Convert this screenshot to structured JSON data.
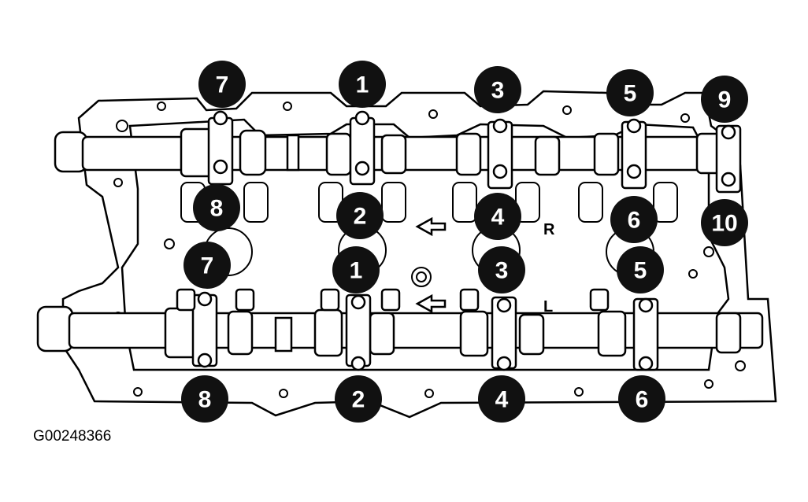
{
  "figure": {
    "id_code": "G00248366",
    "upper_labels": [
      "7",
      "1",
      "3",
      "5",
      "9",
      "8",
      "2",
      "4",
      "6",
      "10"
    ],
    "lower_labels": [
      "7",
      "1",
      "3",
      "5",
      "8",
      "2",
      "4",
      "6"
    ],
    "marks": {
      "right": "R",
      "left": "L"
    },
    "colors": {
      "line": "#000000",
      "fill": "#ffffff",
      "marker": "#111111"
    }
  }
}
